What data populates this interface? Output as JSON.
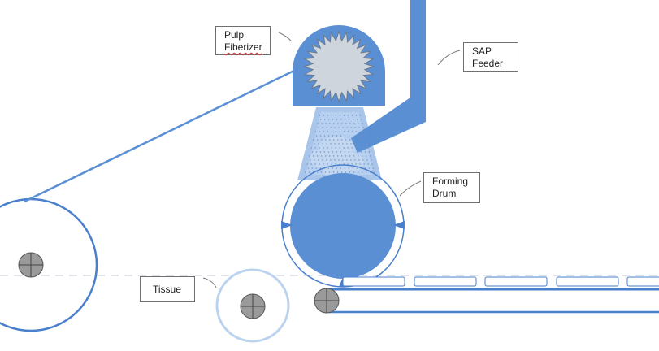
{
  "labels": {
    "pulp_fiberizer": [
      "Pulp",
      "Fiberizer"
    ],
    "sap_feeder": [
      "SAP",
      "Feeder"
    ],
    "forming_drum": [
      "Forming",
      "Drum"
    ],
    "tissue": "Tissue"
  },
  "colors": {
    "main_blue": "#5b8fd4",
    "dark_blue": "#4a7fcb",
    "light_blue": "#a9c5ea",
    "pale_blue": "#bcd3ee",
    "roller_gray": "#9a9a9a",
    "saw_gray": "#cfd5dd",
    "leader_gray": "#7a7a7a"
  },
  "icons": [
    "crosshair-roller-icon",
    "sawtooth-fiberizer-icon"
  ]
}
